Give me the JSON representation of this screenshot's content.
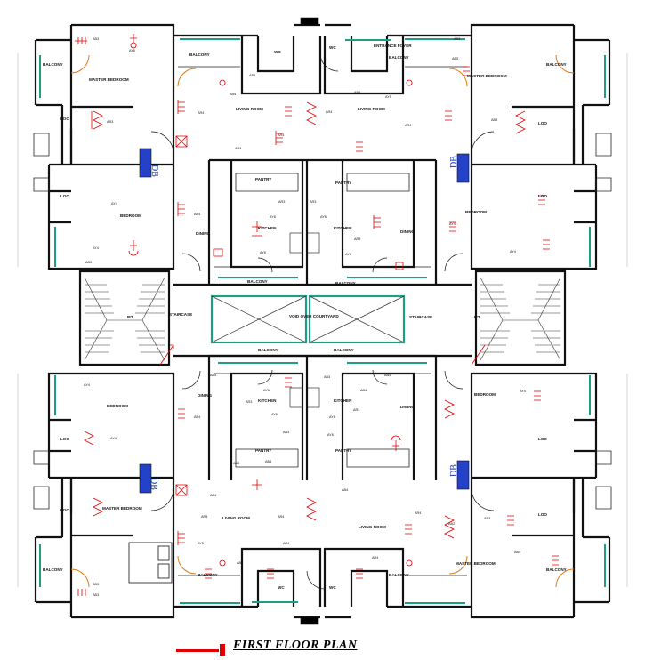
{
  "title": "FIRST FLOOR PLAN",
  "rooms": {
    "master_bedroom": "MASTER BEDROOM",
    "balcony": "BALCONY",
    "living_room": "LIVING ROOM",
    "bedroom": "BEDROOM",
    "dining": "DINING",
    "kitchen": "KITCHEN",
    "pantry": "PANTRY",
    "staircase": "STAIRCASE",
    "lift": "LIFT",
    "wc": "WC",
    "loo": "LOO",
    "entrance_foyer": "ENTRANCE FOYER",
    "void": "VOID OVER COURTYARD",
    "db": "DB"
  },
  "tags": {
    "ay5": "AY5",
    "ay4": "AY4",
    "ay6": "AY6",
    "ab3": "AB3",
    "ab4": "AB4",
    "ab5": "AB5",
    "ab2": "AB2",
    "ar3": "AR3",
    "ar4": "AR4"
  },
  "colors": {
    "wall": "#111111",
    "accent_teal": "#1f9e86",
    "electrical": "#e00000",
    "db_blue": "#1a3bb0"
  }
}
